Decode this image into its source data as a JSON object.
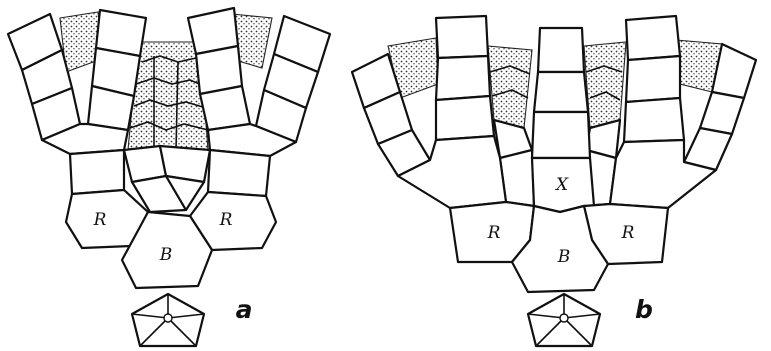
{
  "panels": [
    {
      "id": "a",
      "panel_label": "a",
      "radial_label": "R",
      "basal_label": "B"
    },
    {
      "id": "b",
      "panel_label": "b",
      "radial_label": "R",
      "basal_label": "B",
      "anal_label": "X"
    }
  ],
  "colors": {
    "line": "#111111",
    "background": "#ffffff",
    "stipple": "#333333"
  }
}
